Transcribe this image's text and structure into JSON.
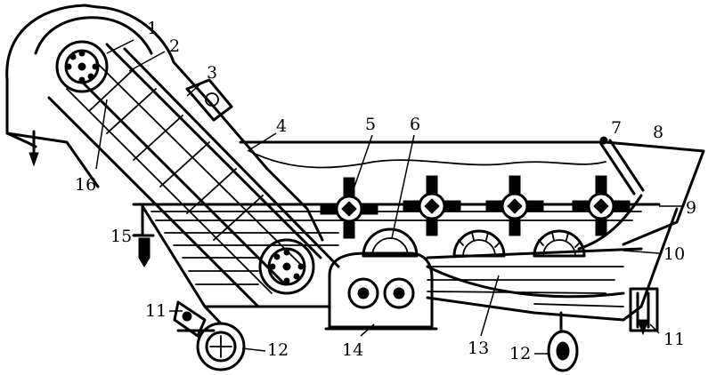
{
  "diagram": {
    "labels": [
      {
        "text": "1"
      },
      {
        "text": "2"
      },
      {
        "text": "3"
      },
      {
        "text": "4"
      },
      {
        "text": "5"
      },
      {
        "text": "6"
      },
      {
        "text": "7"
      },
      {
        "text": "8"
      },
      {
        "text": "9"
      },
      {
        "text": "10"
      },
      {
        "text": "11"
      },
      {
        "text": "11"
      },
      {
        "text": "12"
      },
      {
        "text": "12"
      },
      {
        "text": "13"
      },
      {
        "text": "14"
      },
      {
        "text": "15"
      },
      {
        "text": "16"
      }
    ]
  }
}
